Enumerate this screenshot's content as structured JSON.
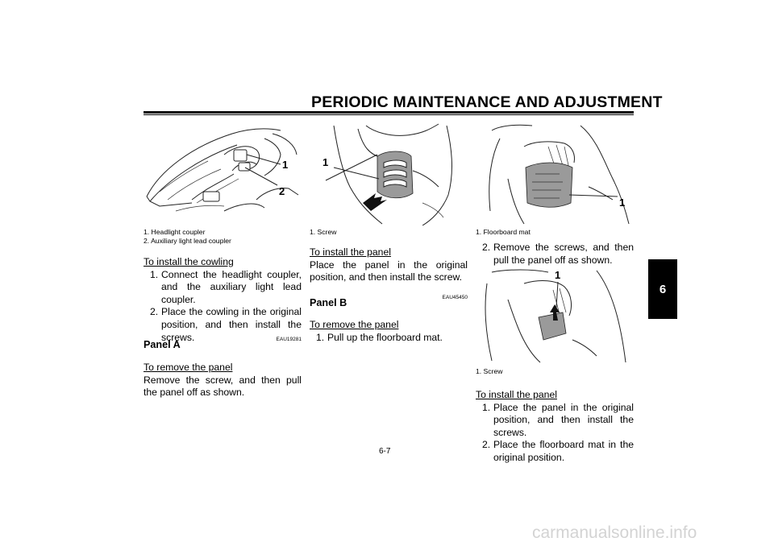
{
  "header": {
    "title": "PERIODIC MAINTENANCE AND ADJUSTMENT"
  },
  "side_tab": {
    "label": "6"
  },
  "col1": {
    "figure_callouts": [
      "1",
      "2"
    ],
    "captions": [
      "1.  Headlight coupler",
      "2.  Auxiliary light lead coupler"
    ],
    "install_heading": "To install the cowling",
    "install_steps": [
      {
        "num": "1.",
        "text": "Connect the headlight coupler, and the auxiliary light lead coupler."
      },
      {
        "num": "2.",
        "text": "Place the cowling in the original position, and then install the screws."
      }
    ],
    "code": "EAU19281",
    "panel_title": "Panel A",
    "remove_heading": "To remove the panel",
    "remove_text": "Remove the screw, and then pull the panel off as shown."
  },
  "col2": {
    "figure_callouts": [
      "1"
    ],
    "captions": [
      "1.  Screw"
    ],
    "install_heading": "To install the panel",
    "install_text": "Place the panel in the original position, and then install the screw.",
    "code": "EAU45450",
    "panel_title": "Panel B",
    "remove_heading": "To remove the panel",
    "remove_steps": [
      {
        "num": "1.",
        "text": "Pull up the floorboard mat."
      }
    ]
  },
  "col3": {
    "figure1_callouts": [
      "1"
    ],
    "captions1": [
      "1.  Floorboard mat"
    ],
    "remove_steps": [
      {
        "num": "2.",
        "text": "Remove the screws, and then pull the panel off as shown."
      }
    ],
    "figure2_callouts": [
      "1"
    ],
    "captions2": [
      "1.  Screw"
    ],
    "install_heading": "To install the panel",
    "install_steps": [
      {
        "num": "1.",
        "text": "Place the panel in the original position, and then install the screws."
      },
      {
        "num": "2.",
        "text": "Place the floorboard mat in the original position."
      }
    ]
  },
  "footer": {
    "page_number": "6-7"
  },
  "watermark": {
    "text": "carmanualsonline.info"
  }
}
